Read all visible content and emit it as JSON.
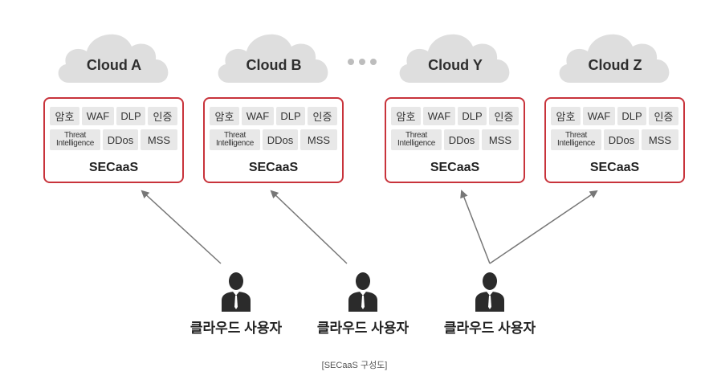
{
  "clouds": [
    {
      "name": "Cloud A"
    },
    {
      "name": "Cloud B"
    },
    {
      "name": "Cloud Y"
    },
    {
      "name": "Cloud Z"
    }
  ],
  "service": {
    "row1": [
      "암호",
      "WAF",
      "DLP",
      "인증"
    ],
    "row2_first_line1": "Threat",
    "row2_first_line2": "Intelligence",
    "row2": [
      "DDos",
      "MSS"
    ],
    "name": "SECaaS"
  },
  "users": [
    {
      "label": "클라우드 사용자"
    },
    {
      "label": "클라우드 사용자"
    },
    {
      "label": "클라우드 사용자"
    }
  ],
  "caption": "[SECaaS 구성도]",
  "colors": {
    "border": "#c8333b",
    "cell": "#e8e8e8",
    "cloud": "#dedede",
    "arrow": "#777777"
  }
}
